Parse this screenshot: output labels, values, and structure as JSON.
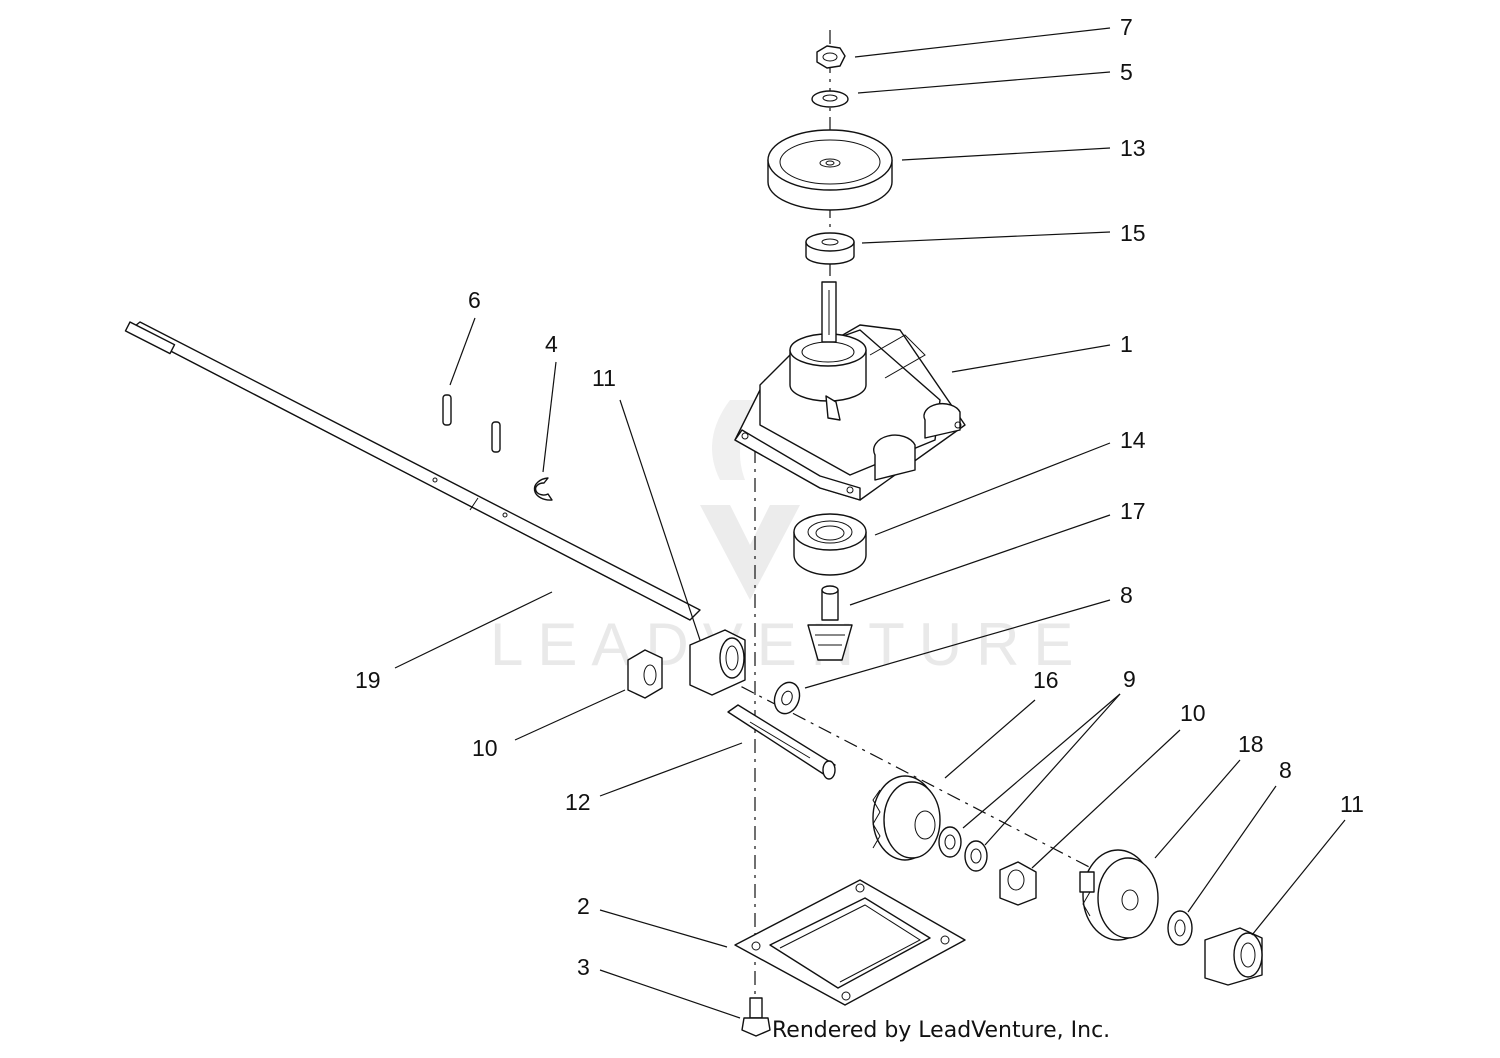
{
  "diagram": {
    "callouts": [
      {
        "id": "c7a",
        "text": "7"
      },
      {
        "id": "c5",
        "text": "5"
      },
      {
        "id": "c13",
        "text": "13"
      },
      {
        "id": "c15",
        "text": "15"
      },
      {
        "id": "c1",
        "text": "1"
      },
      {
        "id": "c14",
        "text": "14"
      },
      {
        "id": "c17",
        "text": "17"
      },
      {
        "id": "c8a",
        "text": "8"
      },
      {
        "id": "c6",
        "text": "6"
      },
      {
        "id": "c4",
        "text": "4"
      },
      {
        "id": "c11a",
        "text": "11"
      },
      {
        "id": "c19",
        "text": "19"
      },
      {
        "id": "c10a",
        "text": "10"
      },
      {
        "id": "c12",
        "text": "12"
      },
      {
        "id": "c16",
        "text": "16"
      },
      {
        "id": "c9",
        "text": "9"
      },
      {
        "id": "c10b",
        "text": "10"
      },
      {
        "id": "c18",
        "text": "18"
      },
      {
        "id": "c8b",
        "text": "8"
      },
      {
        "id": "c11b",
        "text": "11"
      },
      {
        "id": "c2",
        "text": "2"
      },
      {
        "id": "c3",
        "text": "3"
      }
    ],
    "watermark": "LEADVENTURE",
    "credit": "Rendered by LeadVenture, Inc."
  }
}
